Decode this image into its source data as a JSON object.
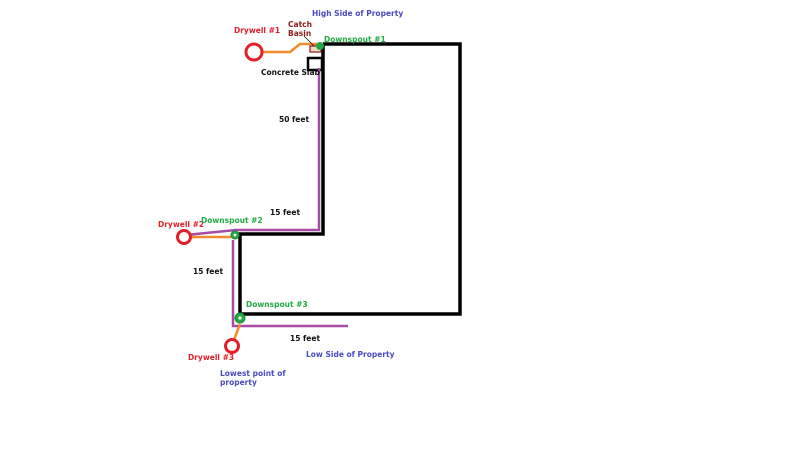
{
  "colors": {
    "house_outline": "#000000",
    "pipe_purple": "#a64ca6",
    "pipe_orange": "#f28a2e",
    "drywell_red": "#e0202a",
    "downspout_green": "#22aa44",
    "catch_basin": "#8b1a1a",
    "side_label_blue": "#4a4ac2",
    "text_black": "#111111"
  },
  "labels": {
    "high_side": "High Side of Property",
    "low_side": "Low Side of Property",
    "drywell_1": "Drywell #1",
    "drywell_2": "Drywell #2",
    "drywell_3": "Drywell #3",
    "catch_basin_line1": "Catch",
    "catch_basin_line2": "Basin",
    "downspout_1": "Downspout #1",
    "downspout_2": "Downspout #2",
    "downspout_3": "Downspout #3",
    "concrete_slab": "Concrete Slab",
    "dist_50": "50 feet",
    "dist_15_top": "15 feet",
    "dist_15_left": "15 feet",
    "dist_15_bottom": "15 feet",
    "lowest_point_line1": "Lowest point of",
    "lowest_point_line2": "property"
  }
}
